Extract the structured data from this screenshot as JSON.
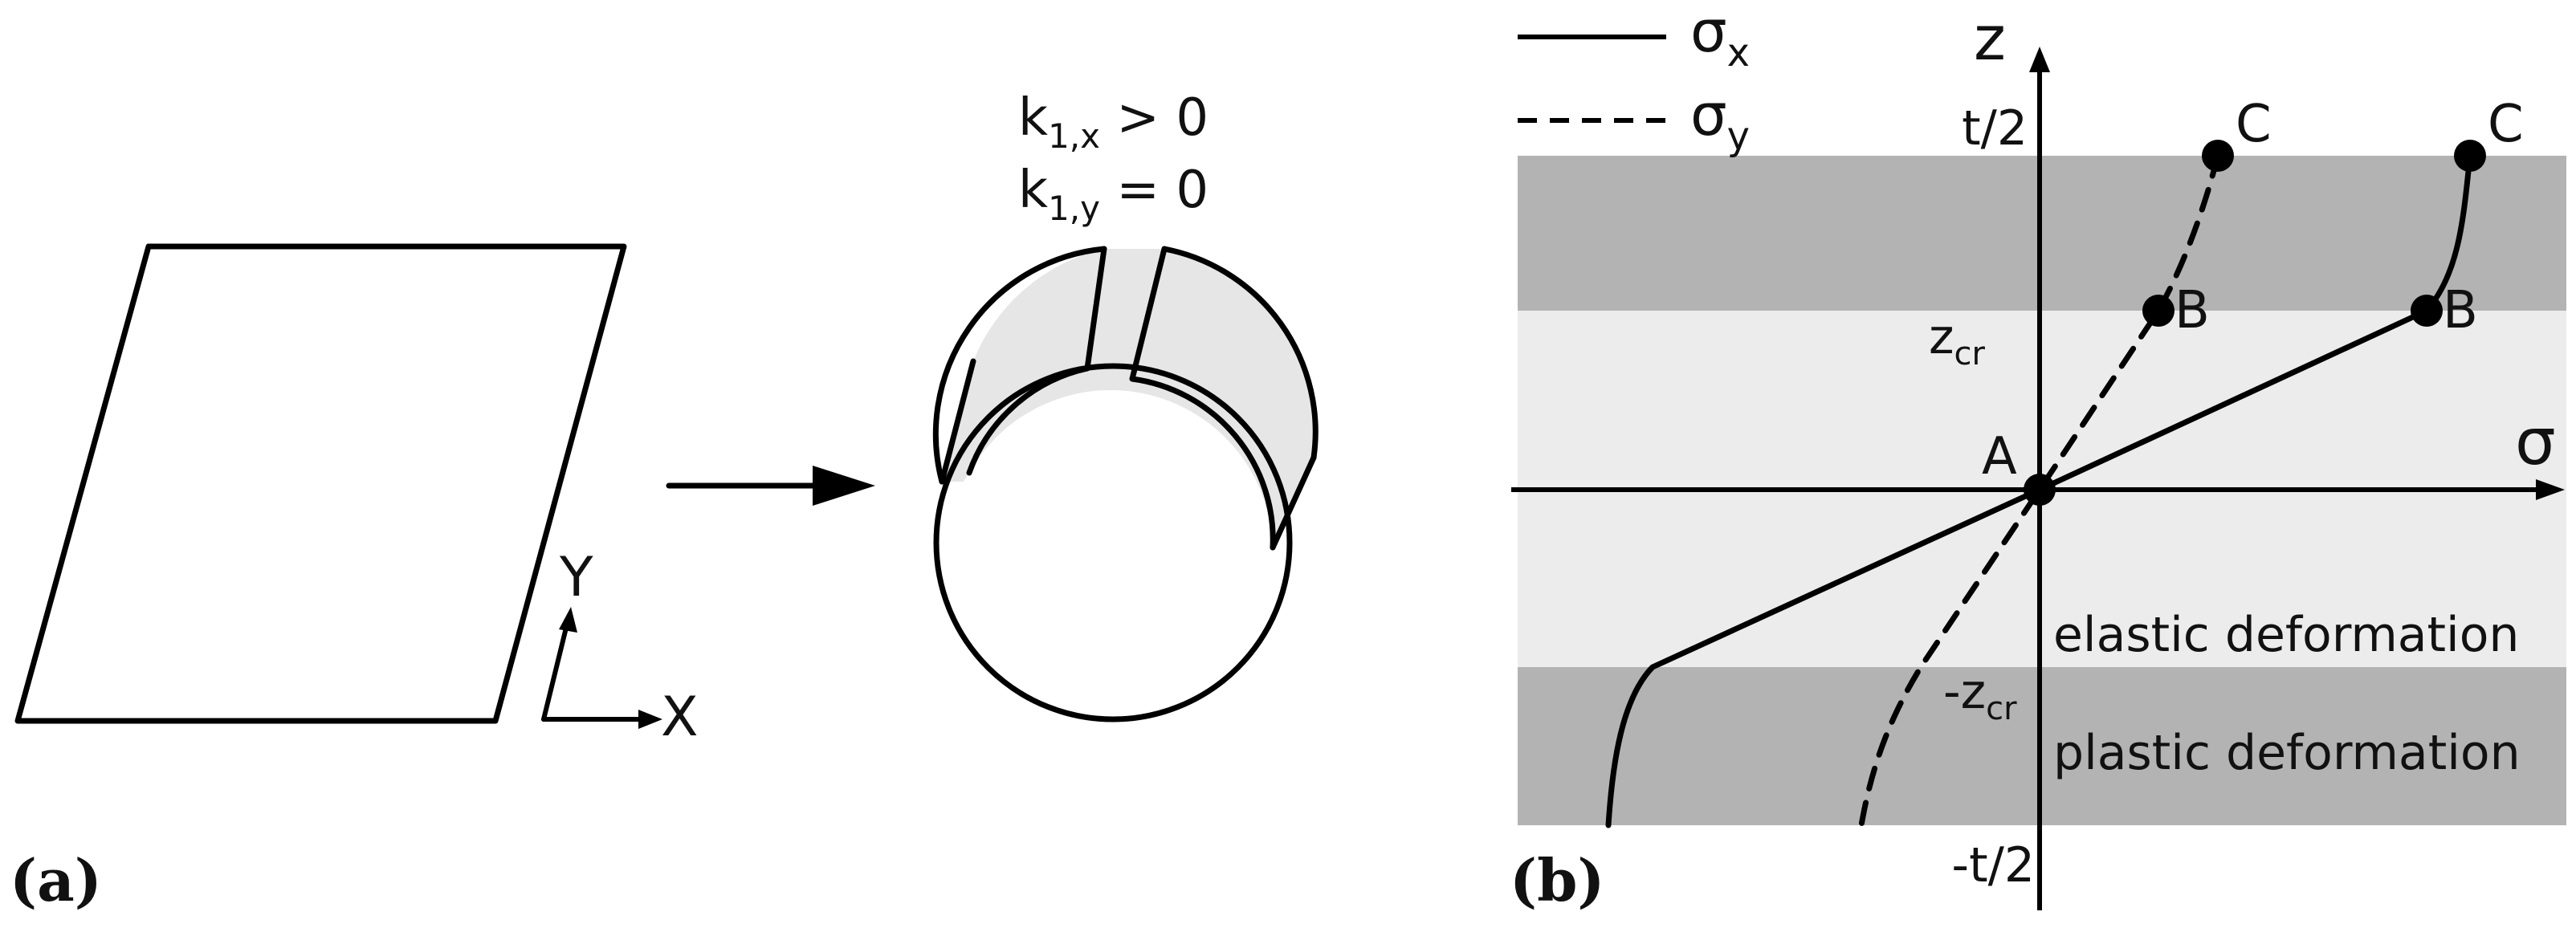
{
  "panel_a": {
    "label": "(a)",
    "axis_x": "X",
    "axis_y": "Y",
    "curv_x": {
      "base": "k",
      "sub": "1,x",
      "rel": " > 0"
    },
    "curv_y": {
      "base": "k",
      "sub": "1,y",
      "rel": " = 0"
    }
  },
  "panel_b": {
    "label": "(b)",
    "legend": {
      "solid": {
        "base": "σ",
        "sub": "x"
      },
      "dashed": {
        "base": "σ",
        "sub": "y"
      }
    },
    "axis_z": "z",
    "axis_sigma": "σ",
    "tick_top": "t/2",
    "tick_bottom": "-t/2",
    "z_cr": {
      "base": "z",
      "sub": "cr"
    },
    "neg_z_cr": {
      "base": "-z",
      "sub": "cr"
    },
    "point_a": "A",
    "point_b": "B",
    "point_c": "C",
    "elastic_label": "elastic deformation",
    "plastic_label": "plastic deformation"
  },
  "colors": {
    "plastic_band": "#b3b3b3",
    "elastic_band": "#ececec",
    "tube_fill": "#e6e6e6",
    "ink": "#000000"
  }
}
